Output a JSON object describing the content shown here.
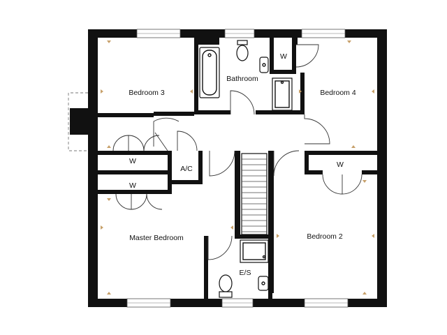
{
  "rooms": {
    "bedroom3": "Bedroom 3",
    "bathroom": "Bathroom",
    "bedroom4": "Bedroom 4",
    "wardrobe_bed4": "W",
    "wardrobe_left_top": "W",
    "wardrobe_left_bottom": "W",
    "airing_cupboard": "A/C",
    "wardrobe_bed2": "W",
    "master_bedroom": "Master Bedroom",
    "bedroom2": "Bedroom 2",
    "ensuite": "E/S"
  },
  "colors": {
    "wall": "#111111",
    "marker": "#c7a06a"
  }
}
